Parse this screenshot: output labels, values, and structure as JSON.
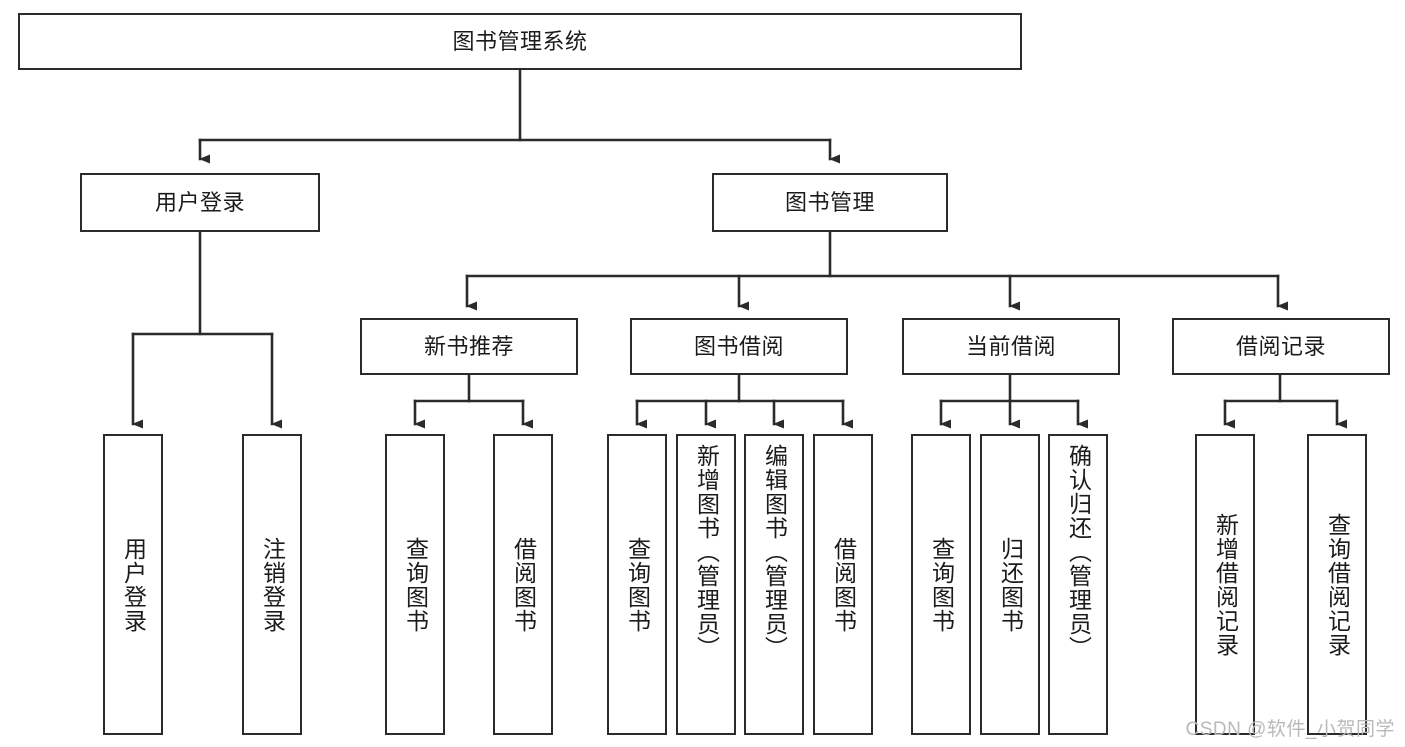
{
  "diagram": {
    "title": "图书管理系统",
    "type": "tree-hierarchy",
    "root": {
      "id": "root",
      "label": "图书管理系统"
    },
    "level2": [
      {
        "id": "user-login",
        "label": "用户登录"
      },
      {
        "id": "book-manage",
        "label": "图书管理"
      }
    ],
    "level3": [
      {
        "id": "new-book-rec",
        "label": "新书推荐",
        "parent": "book-manage"
      },
      {
        "id": "book-borrow",
        "label": "图书借阅",
        "parent": "book-manage"
      },
      {
        "id": "current-borrow",
        "label": "当前借阅",
        "parent": "book-manage"
      },
      {
        "id": "borrow-record",
        "label": "借阅记录",
        "parent": "book-manage"
      }
    ],
    "leaves": [
      {
        "id": "leaf-user-login",
        "label": "用户登录",
        "parent": "user-login"
      },
      {
        "id": "leaf-logout-login",
        "label": "注销登录",
        "parent": "user-login"
      },
      {
        "id": "leaf-query-book-1",
        "label": "查询图书",
        "parent": "new-book-rec"
      },
      {
        "id": "leaf-borrow-book-1",
        "label": "借阅图书",
        "parent": "new-book-rec"
      },
      {
        "id": "leaf-query-book-2",
        "label": "查询图书",
        "parent": "book-borrow"
      },
      {
        "id": "leaf-add-book",
        "label": "新增图书（管理员）",
        "parent": "book-borrow"
      },
      {
        "id": "leaf-edit-book",
        "label": "编辑图书（管理员）",
        "parent": "book-borrow"
      },
      {
        "id": "leaf-borrow-book-2",
        "label": "借阅图书",
        "parent": "book-borrow"
      },
      {
        "id": "leaf-query-book-3",
        "label": "查询图书",
        "parent": "current-borrow"
      },
      {
        "id": "leaf-return-book",
        "label": "归还图书",
        "parent": "current-borrow"
      },
      {
        "id": "leaf-confirm-return",
        "label": "确认归还（管理员）",
        "parent": "current-borrow"
      },
      {
        "id": "leaf-add-record",
        "label": "新增借阅记录",
        "parent": "borrow-record"
      },
      {
        "id": "leaf-query-record",
        "label": "查询借阅记录",
        "parent": "borrow-record"
      }
    ],
    "colors": {
      "stroke": "#2b2b2b",
      "fill": "#ffffff",
      "text": "#1b1b1b",
      "watermark": "#b9b9b9"
    }
  },
  "watermark": {
    "text": "CSDN @软件_小贺同学"
  }
}
